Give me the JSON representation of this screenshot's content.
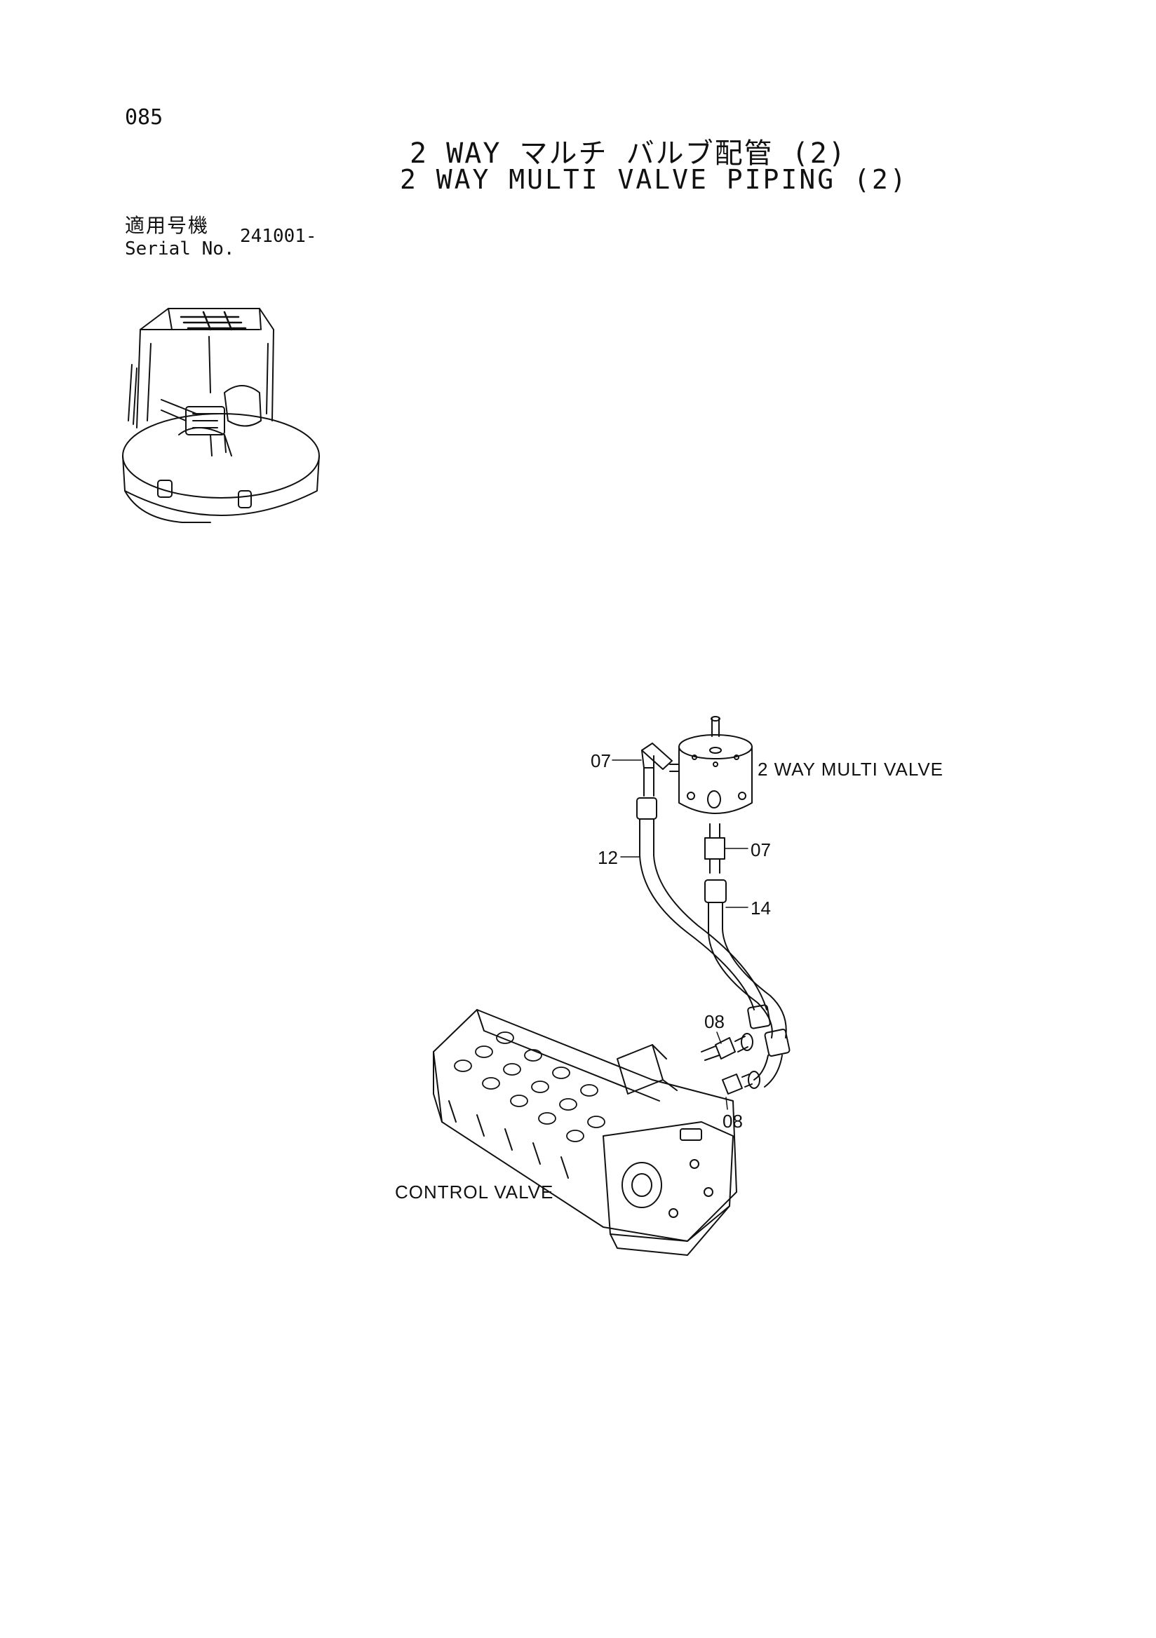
{
  "header": {
    "page_number": "085",
    "title_jp": "2 WAY マルチ バルブ配管 (2)",
    "title_en": "2 WAY MULTI VALVE PIPING (2)"
  },
  "serial": {
    "label_jp": "適用号機",
    "label_en": "Serial No.",
    "value": "241001-"
  },
  "diagram": {
    "parts": {
      "multi_valve": "2 WAY MULTI VALVE",
      "control_valve": "CONTROL VALVE"
    },
    "callouts": {
      "c07_top": "07",
      "c07_right": "07",
      "c12": "12",
      "c14": "14",
      "c08_top": "08",
      "c08_bottom": "08"
    }
  }
}
